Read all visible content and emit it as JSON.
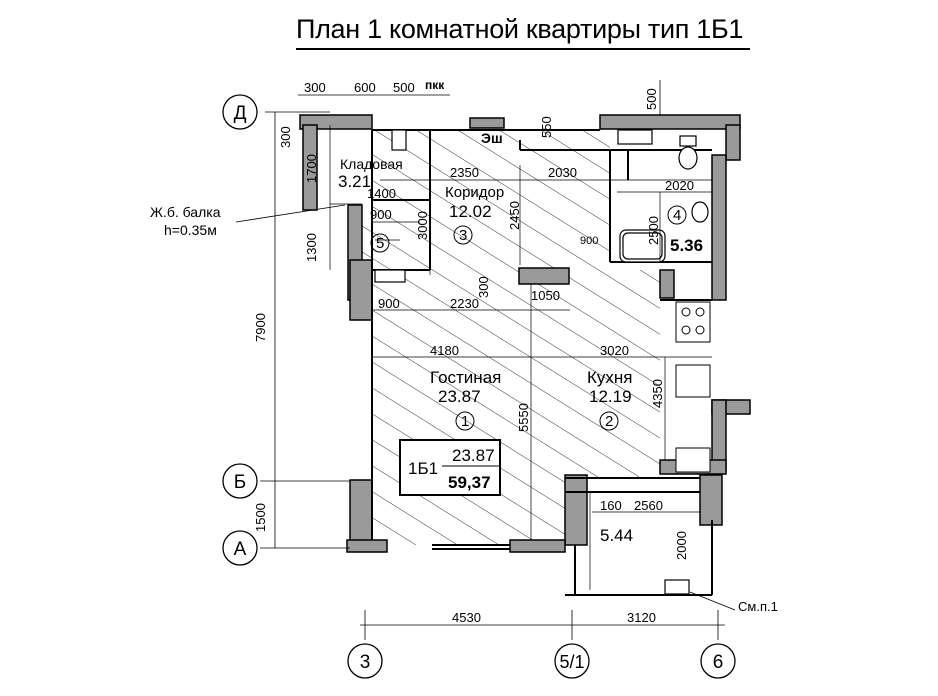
{
  "title": "План 1 комнатной квартиры тип 1Б1",
  "axes": {
    "rows": [
      "Д",
      "Б",
      "А"
    ],
    "cols": [
      "3",
      "5/1",
      "6"
    ]
  },
  "dims": {
    "top_300": "300",
    "top_600": "600",
    "top_500": "500",
    "pkk": "пкк",
    "top_right_500": "500",
    "esh": "Эш",
    "esh_550": "550",
    "left_300": "300",
    "left_1700": "1700",
    "left_1300": "1300",
    "left_7900": "7900",
    "left_1500": "1500",
    "d_2350": "2350",
    "d_2030": "2030",
    "d_2020": "2020",
    "d_1400": "1400",
    "d_900a": "900",
    "d_3000": "3000",
    "d_2450": "2450",
    "d_2500": "2500",
    "d_900b": "900",
    "d_900c": "900",
    "d_2230": "2230",
    "d_300": "300",
    "d_1050": "1050",
    "d_4180": "4180",
    "d_3020": "3020",
    "d_5550": "5550",
    "d_4350": "4350",
    "d_160": "160",
    "d_2560": "2560",
    "d_2000": "2000",
    "bot_4530": "4530",
    "bot_3120": "3120"
  },
  "rooms": {
    "storage": {
      "name": "Кладовая",
      "area": "3.21",
      "num": "5"
    },
    "corridor": {
      "name": "Коридор",
      "area": "12.02",
      "num": "3"
    },
    "bath": {
      "area": "5.36",
      "num": "4"
    },
    "living": {
      "name": "Гостиная",
      "area": "23.87",
      "num": "1"
    },
    "kitchen": {
      "name": "Кухня",
      "area": "12.19",
      "num": "2"
    },
    "balcony": {
      "area": "5.44"
    }
  },
  "notes": {
    "beam_line1": "Ж.б. балка",
    "beam_line2": "h=0.35м",
    "see_note": "См.п.1"
  },
  "stamp": {
    "type": "1Б1",
    "living_area": "23.87",
    "total_area": "59,37"
  }
}
